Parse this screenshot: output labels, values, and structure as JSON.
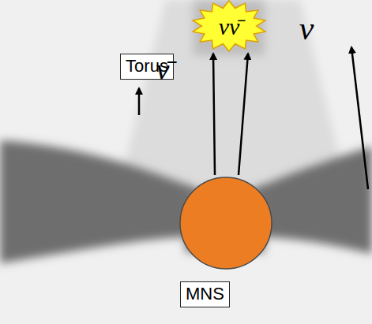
{
  "diagram": {
    "nodes": [
      {
        "text": [
          "νν̄"
        ]
      },
      {
        "text": [
          "Torus"
        ]
      },
      {
        "text": [
          "MNS"
        ]
      }
    ],
    "labels": [
      "ν̄",
      "ν"
    ]
  }
}
